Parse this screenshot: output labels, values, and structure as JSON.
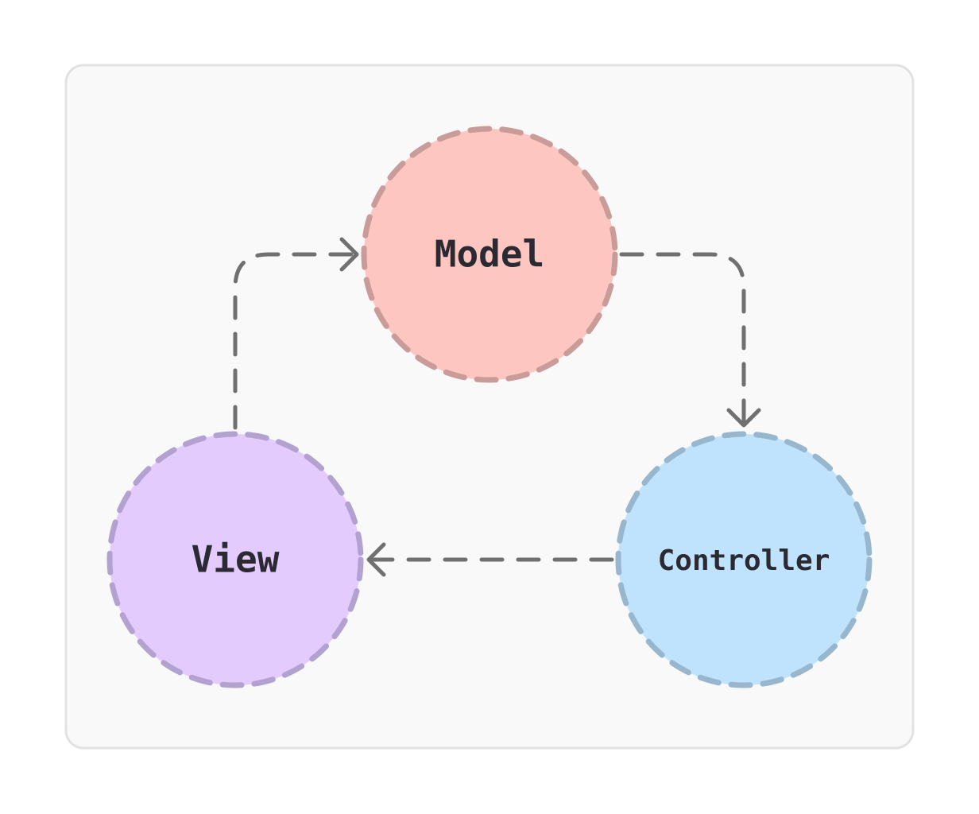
{
  "diagram": {
    "colors": {
      "panel_fill": "#f9f9f9",
      "panel_stroke": "#e2e2e2",
      "edge_stroke": "#707070",
      "label_text": "#2b2a33"
    },
    "nodes": {
      "model": {
        "label": "Model",
        "fill": "#fdc6c1",
        "stroke": "#c99c9a"
      },
      "view": {
        "label": "View",
        "fill": "#e3ccfd",
        "stroke": "#b3a2cf"
      },
      "controller": {
        "label": "Controller",
        "fill": "#bfe3fc",
        "stroke": "#98b6cd"
      }
    },
    "edges": [
      {
        "from": "view",
        "to": "model"
      },
      {
        "from": "model",
        "to": "controller"
      },
      {
        "from": "controller",
        "to": "view"
      }
    ]
  }
}
